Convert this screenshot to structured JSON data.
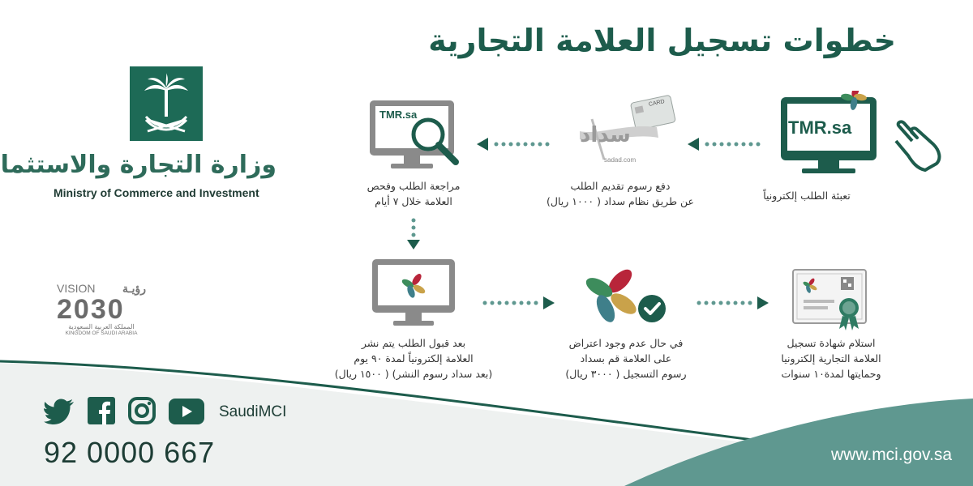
{
  "header": {
    "title": "خطوات تسجيل العلامة التجارية"
  },
  "ministry": {
    "name_ar": "وزارة التجارة والاستثمار",
    "name_en": "Ministry of Commerce and Investment"
  },
  "vision": {
    "label_en": "VISION",
    "label_ar": "رؤيـة",
    "year": "2030",
    "kingdom_ar": "المملكة العربية السعودية",
    "kingdom_en": "KINGDOM OF SAUDI ARABIA"
  },
  "steps": [
    {
      "id": 1,
      "screen_text": "TMR.sa",
      "lines": [
        "تعبئة الطلب إلكترونياً"
      ]
    },
    {
      "id": 2,
      "logo_text": "سداد",
      "logo_sub": "sadad.com",
      "card_text": "CARD",
      "lines": [
        "دفع رسوم تقديم الطلب",
        "عن طريق نظام سداد ( ١٠٠٠ ريال)"
      ]
    },
    {
      "id": 3,
      "screen_text": "TMR.sa",
      "lines": [
        "مراجعة الطلب وفحص",
        "العلامة خلال ٧ أيام"
      ]
    },
    {
      "id": 4,
      "lines": [
        "بعد قبول الطلب يتم نشر",
        "العلامة إلكترونياً لمدة ٩٠ يوم",
        "(بعد سداد رسوم النشر) ( ١٥٠٠ ريال)"
      ]
    },
    {
      "id": 5,
      "lines": [
        "في حال عدم وجود اعتراض",
        "على العلامة قم بسداد",
        "رسوم التسجيل ( ٣٠٠٠ ريال)"
      ]
    },
    {
      "id": 6,
      "lines": [
        "استلام شهادة تسجيل",
        "العلامة التجارية إلكترونيا",
        "وحمايتها لمدة١٠ سنوات"
      ]
    }
  ],
  "footer": {
    "social_handle": "SaudiMCI",
    "phone": "92 0000 667",
    "website": "www.mci.gov.sa",
    "icons": [
      "twitter-icon",
      "facebook-icon",
      "instagram-icon",
      "youtube-icon"
    ]
  },
  "colors": {
    "primary": "#1d5c4c",
    "accent_dark": "#1f6a57",
    "gray": "#8a8a8a",
    "footer_teal": "#5f9890",
    "leaf_red": "#b8253a",
    "leaf_green": "#3d8c5c",
    "leaf_gold": "#c9a24a",
    "leaf_teal": "#3f7f8a"
  }
}
